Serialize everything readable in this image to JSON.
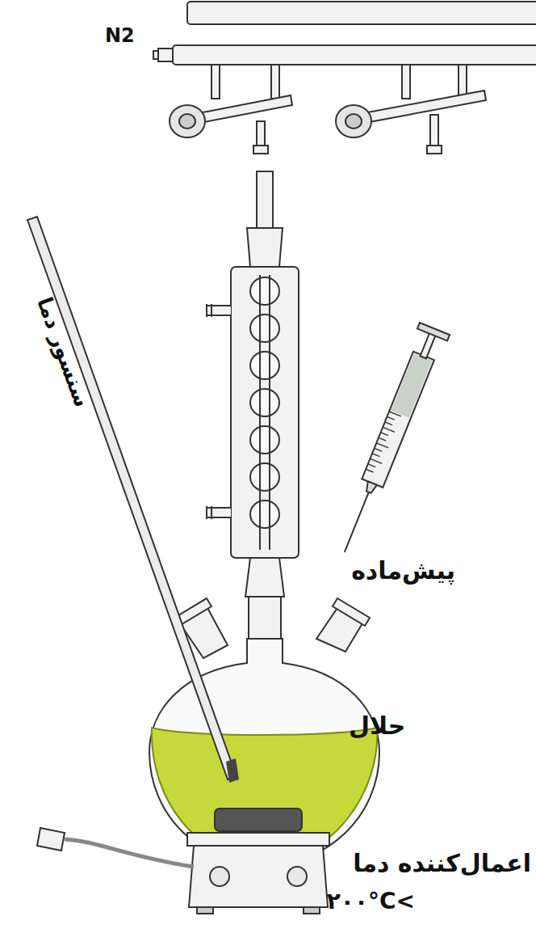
{
  "diagram": {
    "labels": [
      "N2",
      "سنسور دما",
      "پیش‌ماده",
      "حلال",
      "اعمال‌کننده دما",
      "۲۰۰°C<"
    ]
  }
}
